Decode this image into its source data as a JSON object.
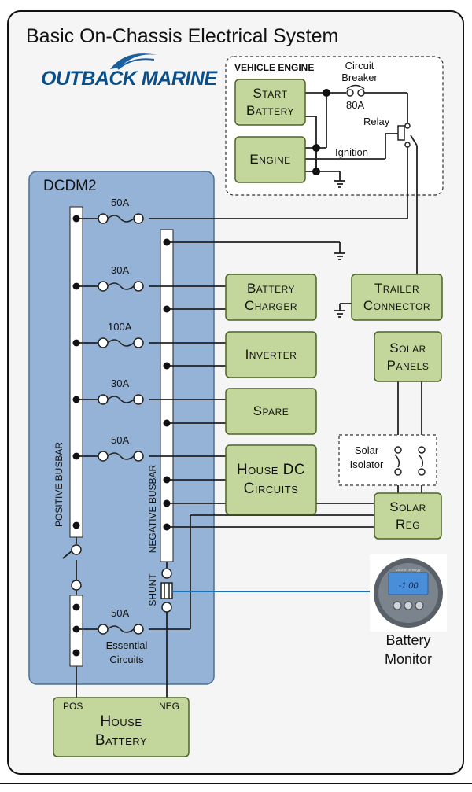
{
  "title": "Basic On-Chassis Electrical System",
  "logo": "OUTBACK MARINE",
  "vehicle_engine": {
    "heading": "VEHICLE ENGINE",
    "start_battery": [
      "Start",
      "Battery"
    ],
    "engine": "Engine",
    "circuit_breaker": [
      "Circuit",
      "Breaker"
    ],
    "breaker_rating": "80A",
    "relay": "Relay",
    "ignition": "Ignition"
  },
  "dcdm": {
    "heading": "DCDM2",
    "positive_busbar": "POSITIVE BUSBAR",
    "negative_busbar": "NEGATIVE BUSBAR",
    "shunt": "SHUNT",
    "fuses": [
      "50A",
      "30A",
      "100A",
      "30A",
      "50A"
    ],
    "essential_fuse": "50A",
    "essential_label": [
      "Essential",
      "Circuits"
    ]
  },
  "loads": {
    "battery_charger": [
      "Battery",
      "Charger"
    ],
    "inverter": "Inverter",
    "spare": "Spare",
    "house_dc": [
      "House DC",
      "Circuits"
    ],
    "trailer": [
      "Trailer",
      "Connector"
    ],
    "solar_panels": [
      "Solar",
      "Panels"
    ],
    "solar_isolator": [
      "Solar",
      "Isolator"
    ],
    "solar_reg": [
      "Solar",
      "Reg"
    ]
  },
  "house_battery": {
    "label": [
      "House",
      "Battery"
    ],
    "pos": "POS",
    "neg": "NEG"
  },
  "battery_monitor": {
    "label": [
      "Battery",
      "Monitor"
    ],
    "display_value": "-1.00",
    "brand": "victron energy"
  },
  "colors": {
    "box_fill": "#c3d69b",
    "box_border": "#4f6228",
    "dcdm_fill": "#95b3d7",
    "dcdm_border": "#5a7595",
    "monitor_line": "#1f6fb5",
    "frame_fill": "#f5f5f5"
  }
}
